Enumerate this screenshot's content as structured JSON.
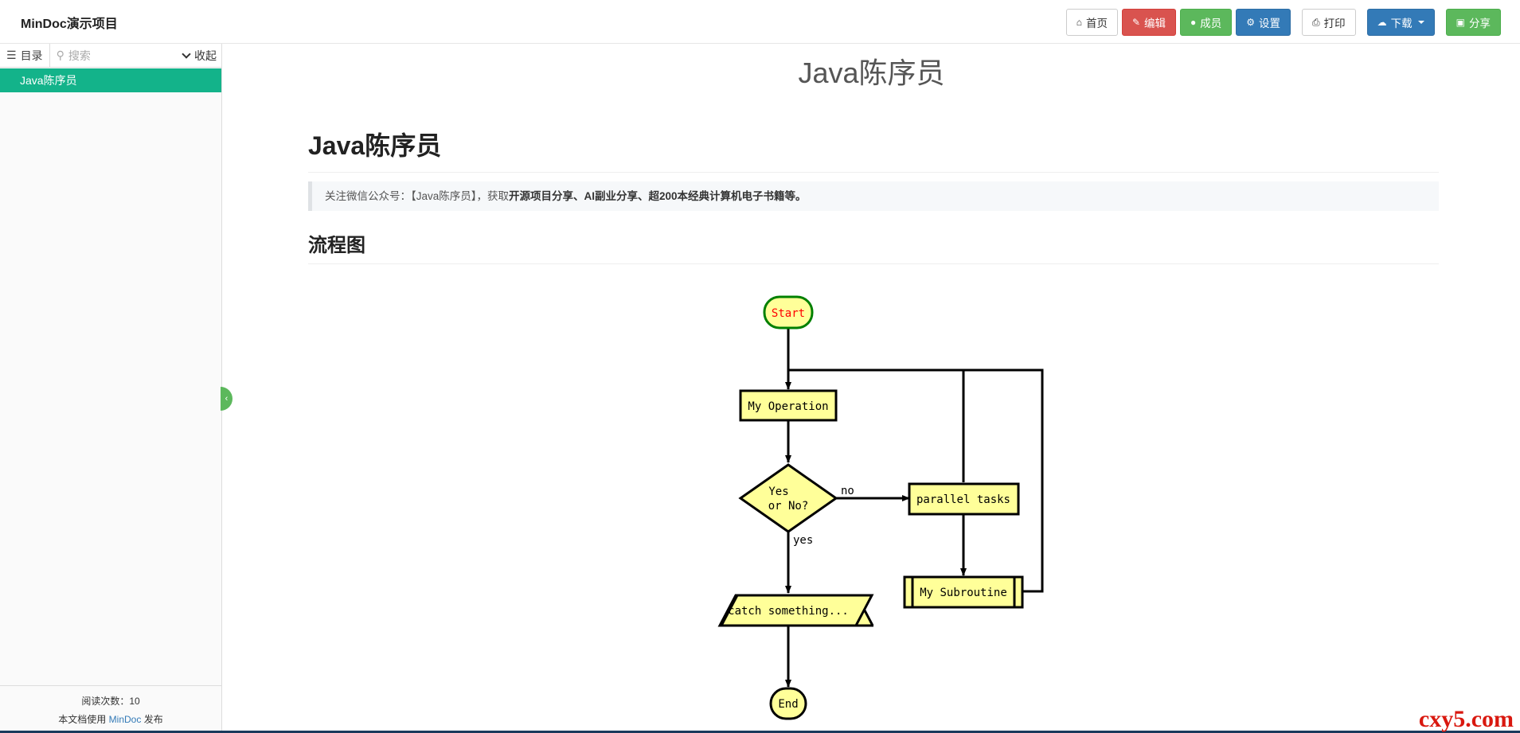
{
  "header": {
    "brand": "MinDoc演示项目",
    "buttons": {
      "home": "首页",
      "edit": "编辑",
      "members": "成员",
      "settings": "设置",
      "print": "打印",
      "download": "下载",
      "share": "分享"
    }
  },
  "sidebar": {
    "toc_label": "目录",
    "search_placeholder": "搜索",
    "collapse_label": "收起",
    "items": [
      {
        "label": "Java陈序员",
        "active": true
      }
    ],
    "footer": {
      "reads_label": "阅读次数：10",
      "powered_prefix": "本文档使用",
      "powered_link": "MinDoc",
      "powered_suffix": "发布"
    }
  },
  "main": {
    "doc_title": "Java陈序员",
    "heading": "Java陈序员",
    "quote_prefix": "关注微信公众号：【Java陈序员】，获取",
    "quote_bold": "开源项目分享、AI副业分享、超200本经典计算机电子书籍等。",
    "section_heading": "流程图",
    "flowchart": {
      "start": "Start",
      "operation": "My Operation",
      "condition_line1": "Yes",
      "condition_line2": "or No?",
      "label_no": "no",
      "label_yes": "yes",
      "parallel": "parallel tasks",
      "subroutine": "My Subroutine",
      "input_output": "catch something...",
      "end": "End"
    }
  },
  "watermark": "cxy5.com",
  "colors": {
    "active_item": "#13b38a",
    "node_fill": "#ffff99",
    "start_border": "#008000",
    "start_text": "#ff0000"
  }
}
